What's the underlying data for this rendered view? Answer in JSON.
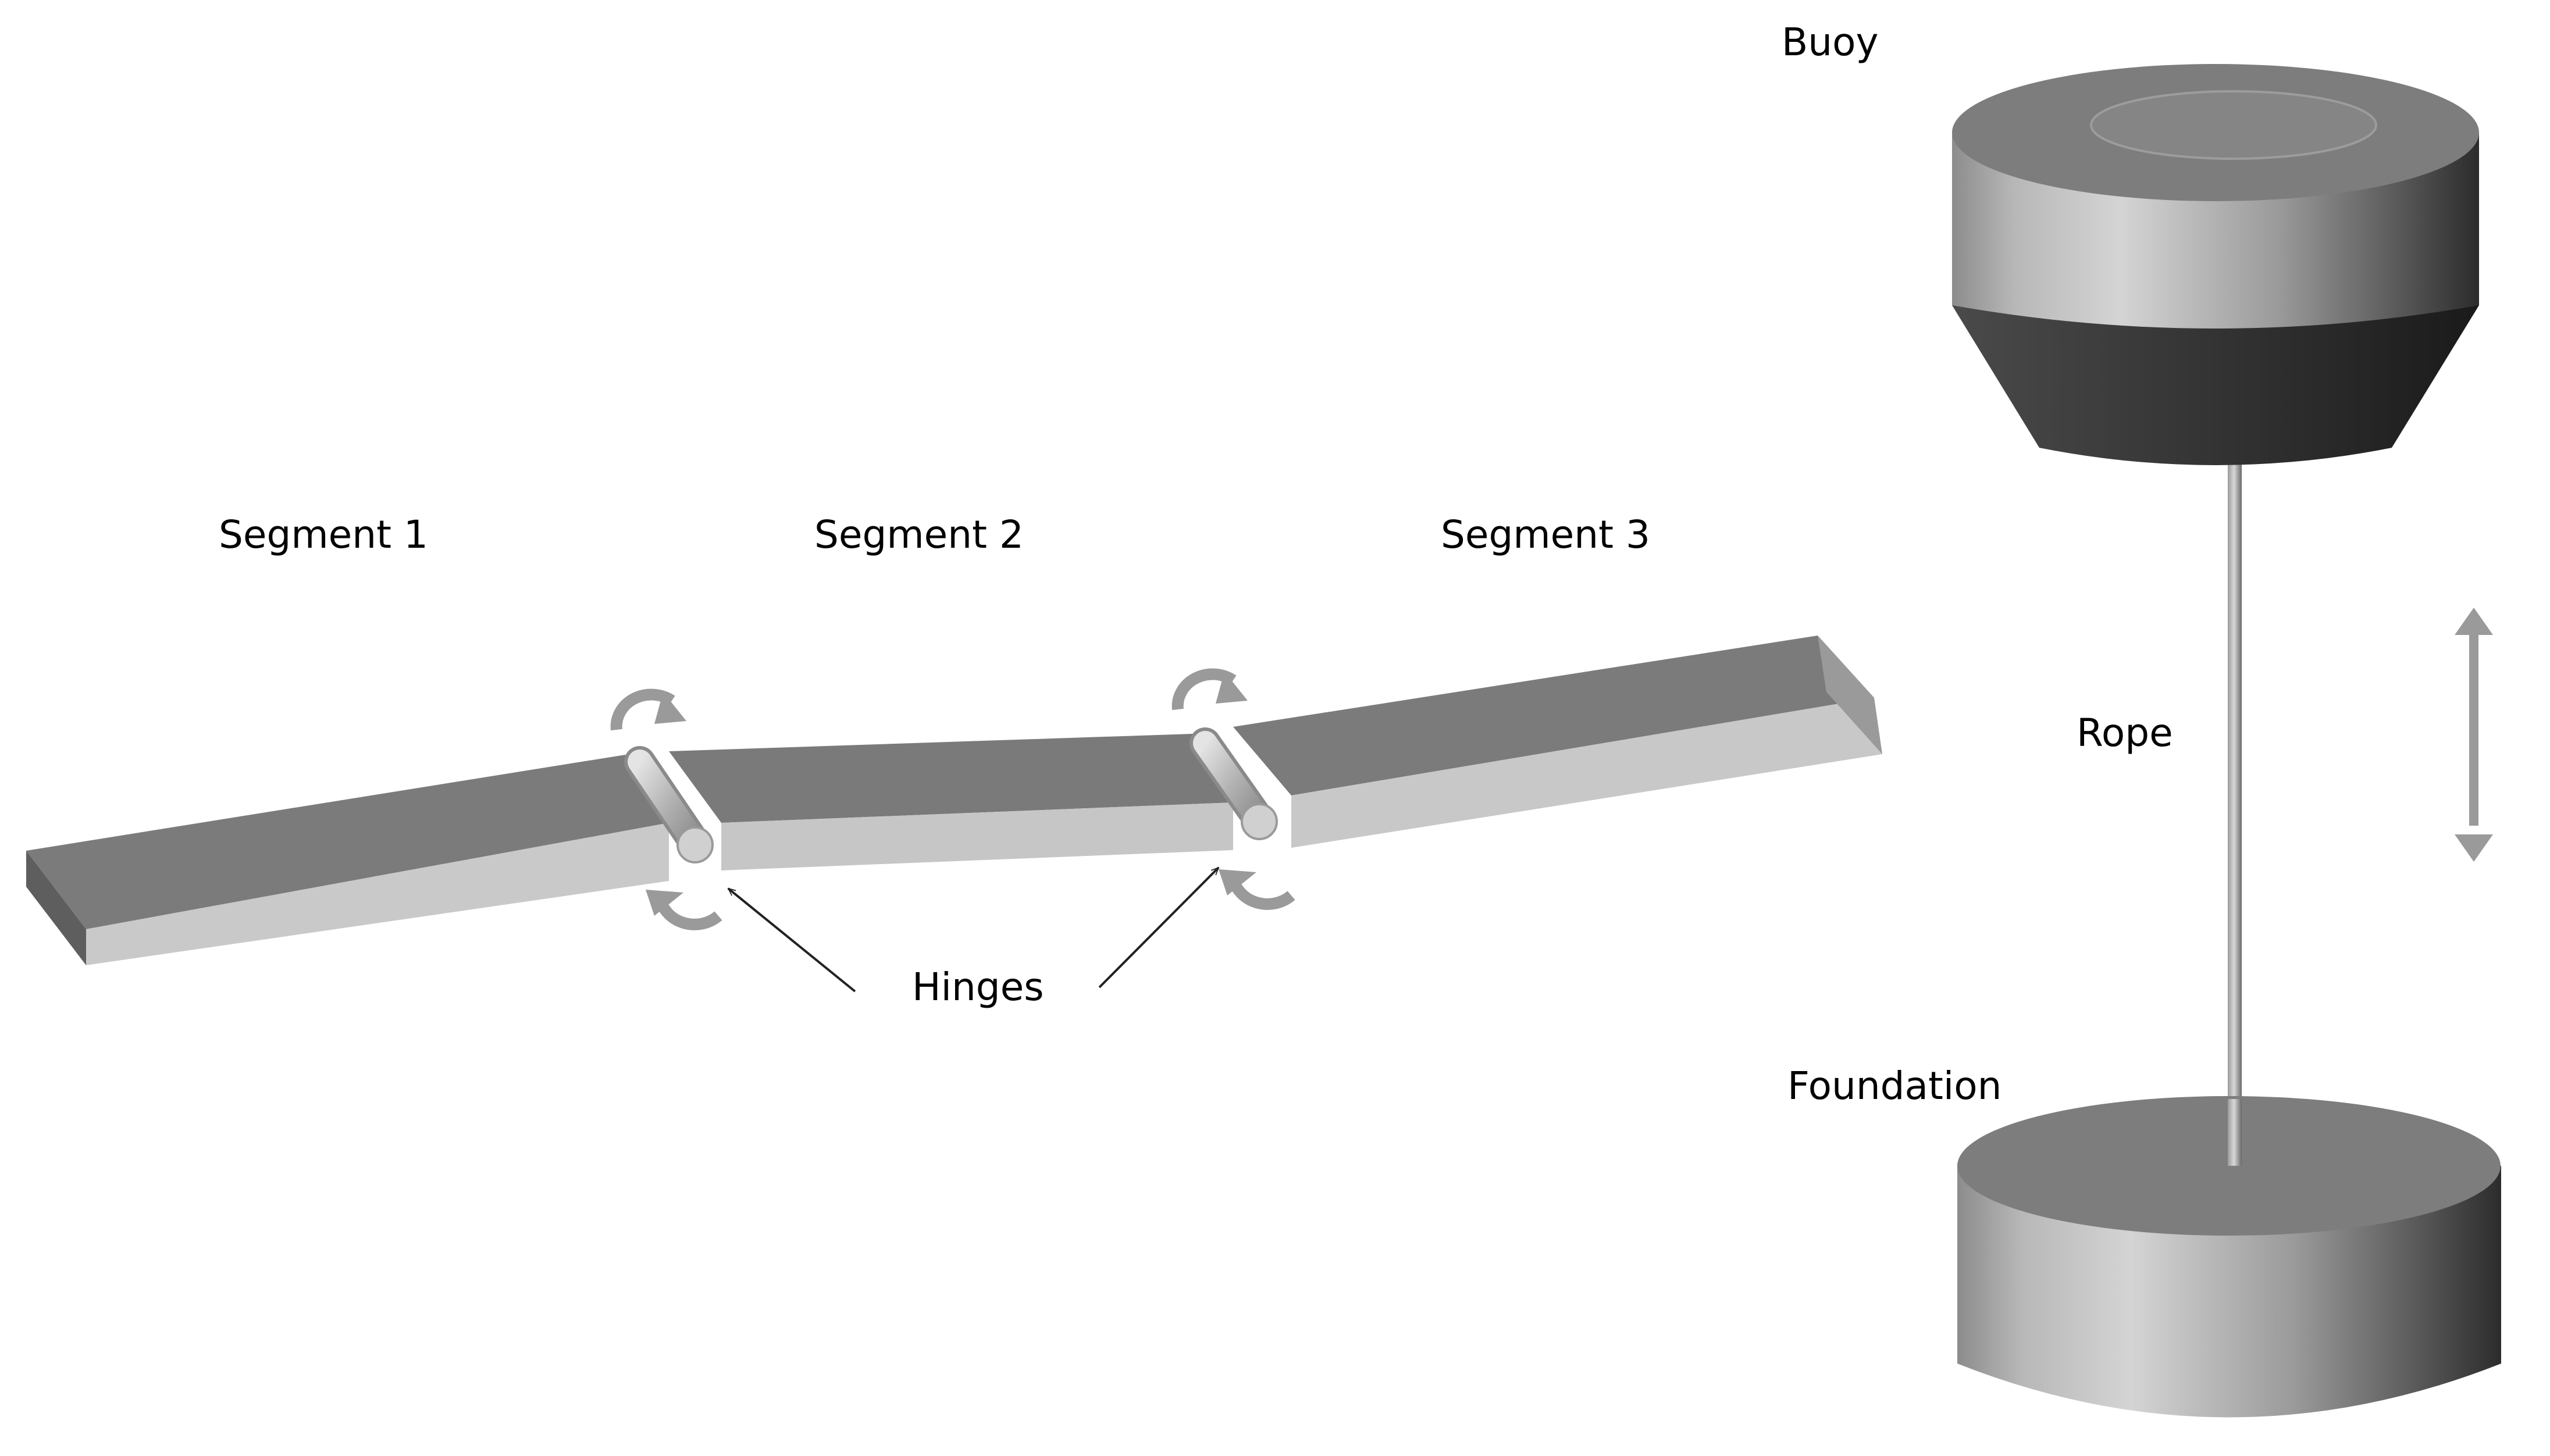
{
  "labels": {
    "segment_1": "Segment 1",
    "segment_2": "Segment 2",
    "segment_3": "Segment 3",
    "hinges": "Hinges",
    "buoy": "Buoy",
    "rope": "Rope",
    "foundation": "Foundation"
  },
  "colors": {
    "background": "#ffffff",
    "plate_top": "#7a7a7a",
    "plate_front": "#c6c6c6",
    "plate_end": "#666666",
    "motion_arrow": "#9a9a9a",
    "pointer_arrow": "#222222",
    "label_text": "#000000"
  },
  "icons": {
    "hinge_rotation": "curved-rotation-arrow-icon",
    "heave_motion": "double-headed-vertical-arrow-icon"
  }
}
